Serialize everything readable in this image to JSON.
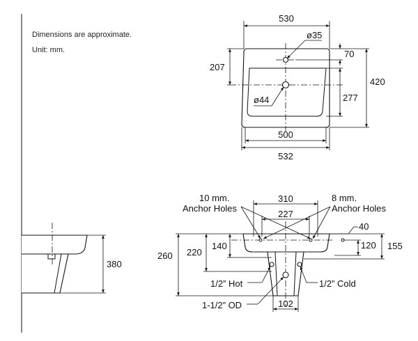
{
  "notes": {
    "line1": "Dimensions are approximate.",
    "line2": "Unit: mm."
  },
  "top_view": {
    "width_top": "530",
    "hole_dia_top": "ø35",
    "offset_70": "70",
    "depth_207": "207",
    "depth_420": "420",
    "depth_277": "277",
    "drain_dia": "ø44",
    "width_500": "500",
    "width_532": "532"
  },
  "side_view": {
    "height_380": "380"
  },
  "front_view": {
    "anchor_left_1": "10 mm.",
    "anchor_left_2": "Anchor Holes",
    "anchor_right_1": "8 mm.",
    "anchor_right_2": "Anchor Holes",
    "width_310": "310",
    "width_227": "227",
    "dim_40": "40",
    "dim_260": "260",
    "dim_220": "220",
    "dim_140": "140",
    "dim_120": "120",
    "dim_155": "155",
    "hot": "1/2” Hot",
    "cold": "1/2” Cold",
    "od": "1-1/2” OD",
    "dim_102": "102"
  },
  "colors": {
    "line": "#111111",
    "background": "#ffffff"
  }
}
